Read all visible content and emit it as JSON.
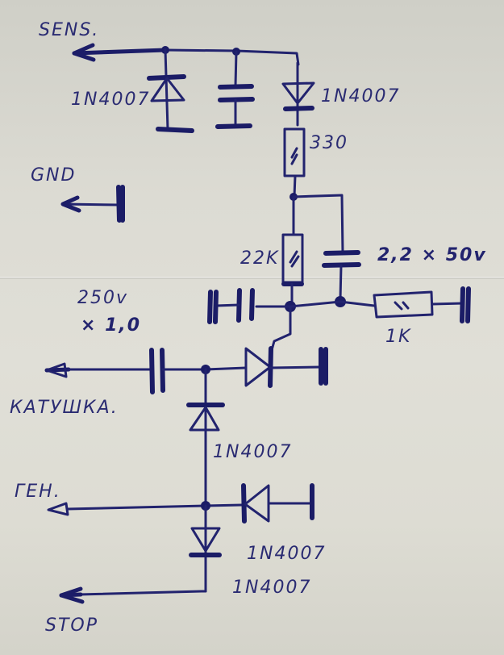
{
  "diagram": {
    "type": "hand-drawn circuit schematic",
    "terminals": {
      "sens": "SENS.",
      "gnd": "GND",
      "coil": "КАТУШКА.",
      "gen": "ГЕН.",
      "stop": "STOP"
    },
    "components": {
      "diode_sens_clamp": "1N4007",
      "diode_series_top": "1N4007",
      "resistor_series": "330",
      "resistor_gate": "22K",
      "capacitor_timing": "2,2 × 50v",
      "resistor_gate_ground": "1K",
      "capacitor_coil_value": "250v",
      "capacitor_coil_rating": "× 1,0",
      "diode_coil_node": "1N4007",
      "diode_gen_to_stop": "1N4007",
      "diode_gen_to_stop_b": "1N4007"
    },
    "colors": {
      "ink": "#22236e",
      "paper": "#dcdbd3"
    }
  }
}
